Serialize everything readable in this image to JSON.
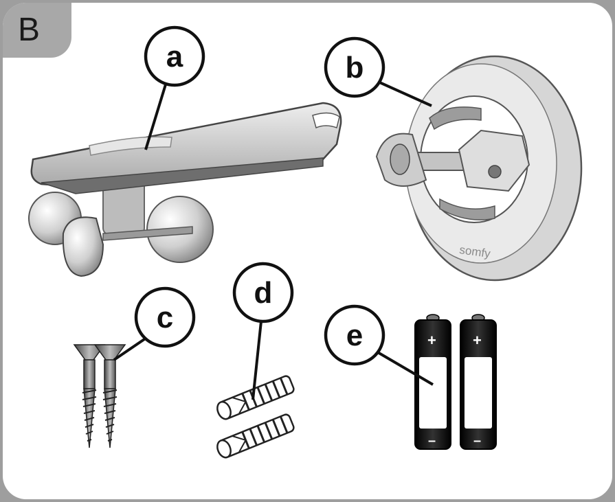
{
  "section": {
    "label": "B"
  },
  "callouts": [
    {
      "letter": "a"
    },
    {
      "letter": "b"
    },
    {
      "letter": "c"
    },
    {
      "letter": "d"
    },
    {
      "letter": "e"
    }
  ],
  "battery": {
    "plus": "+",
    "minus": "–"
  },
  "colors": {
    "outline": "#9e9e9e",
    "tab": "#a8a8a8",
    "ink": "#111111",
    "plastic": "#dcdcdc"
  }
}
